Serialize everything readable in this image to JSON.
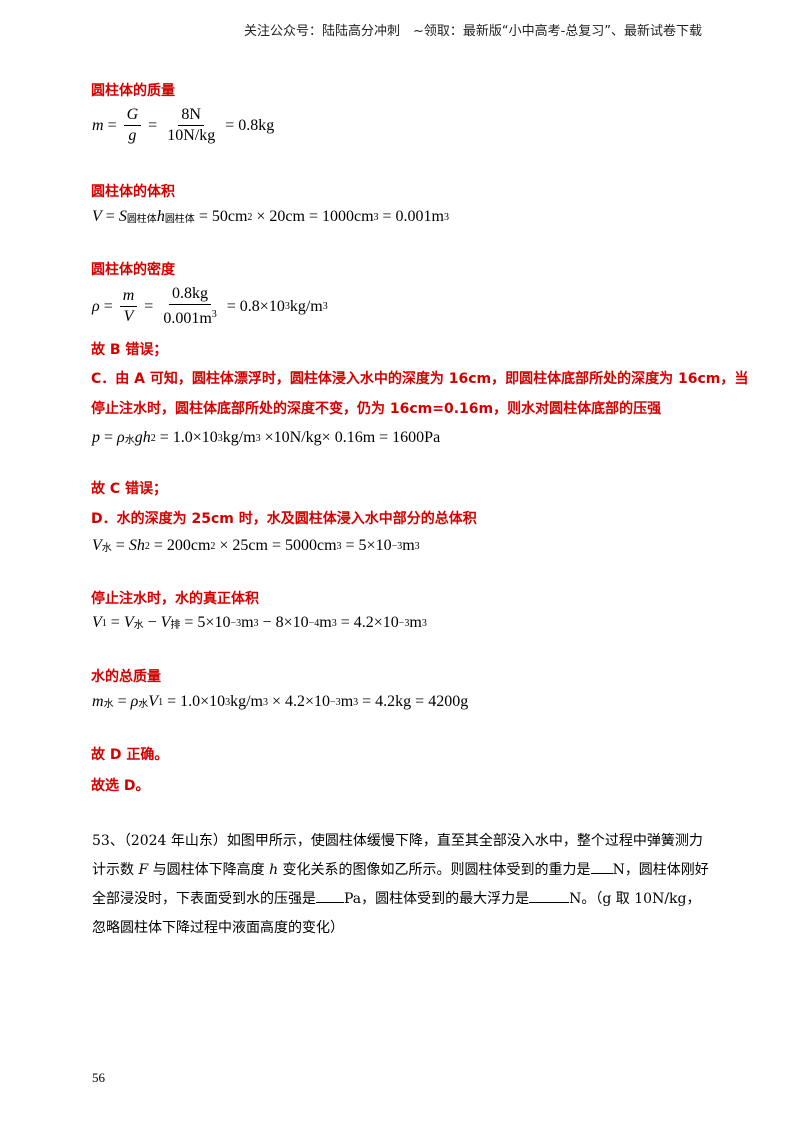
{
  "header": "关注公众号：陆陆高分冲刺　~领取：最新版“小中高考-总复习”、最新试卷下载",
  "labels": {
    "mass": "圆柱体的质量",
    "volume": "圆柱体的体积",
    "density": "圆柱体的密度",
    "b_wrong": "故 B 错误；",
    "c_line1": "C．由 A 可知，圆柱体漂浮时，圆柱体浸入水中的深度为 16cm，即圆柱体底部所处的深度为 16cm，当",
    "c_line2": "停止注水时，圆柱体底部所处的深度不变，仍为 16cm=0.16m，则水对圆柱体底部的压强",
    "c_wrong": "故 C 错误；",
    "d_line1": "D．水的深度为 25cm 时，水及圆柱体浸入水中部分的总体积",
    "stop_volume": "停止注水时，水的真正体积",
    "total_mass": "水的总质量",
    "d_right": "故 D 正确。",
    "answer": "故选 D。"
  },
  "question": {
    "text1": "53、（2024 年山东）如图甲所示，使圆柱体缓慢下降，直至其全部没入水中，整个过程中弹簧测力计示数 ",
    "F": "F",
    "text2": " 与圆柱体下降高度 ",
    "h": "h",
    "text3": " 变化关系的图像如乙所示。则圆柱体受到的重力是",
    "text4": "N，圆柱体刚好全部浸没时，下表面受到水的压强是",
    "text5": "Pa，圆柱体受到的最大浮力是",
    "text6": "N。（g 取 10N/kg，忽略圆柱体下降过程中液面高度的变化）"
  },
  "page_number": "56"
}
